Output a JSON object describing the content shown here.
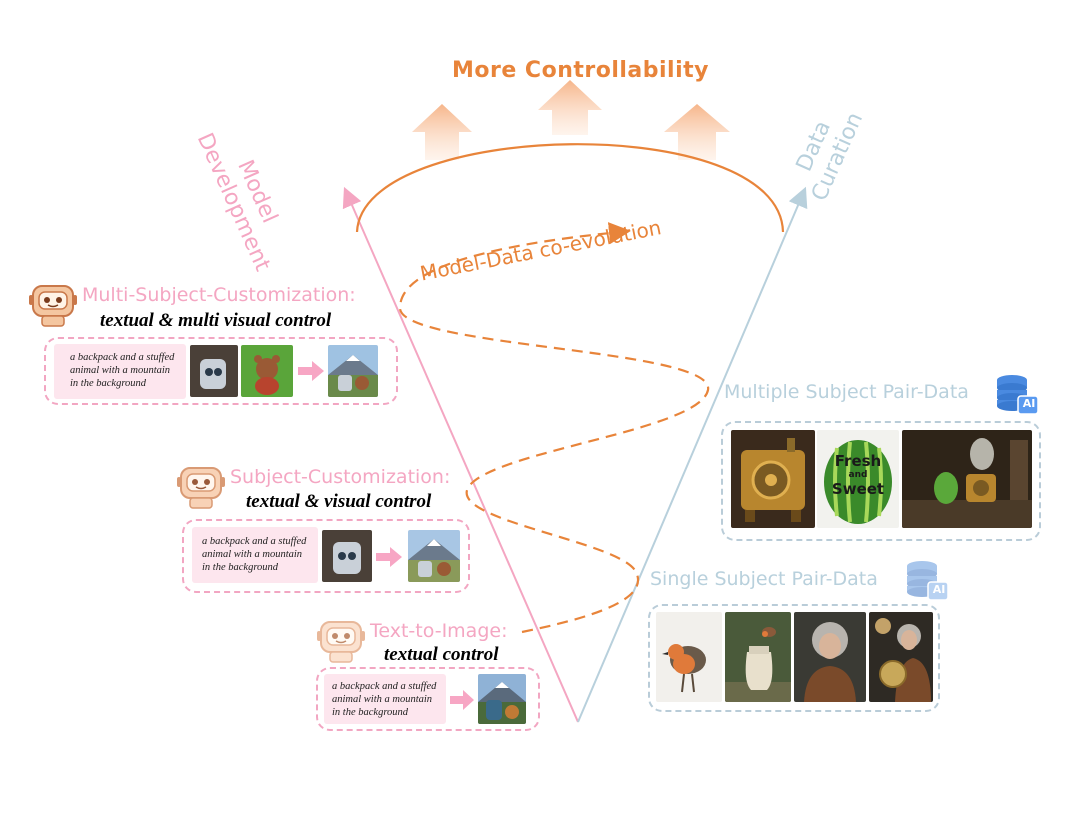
{
  "title": "More Controllability",
  "axis_left": [
    "Model",
    "Development"
  ],
  "axis_right": [
    "Data",
    "Curation"
  ],
  "coevolution_label": "Model-Data co-evolution",
  "colors": {
    "orange": "#e8843a",
    "pink": "#f4a6c2",
    "blue": "#b8d0dc",
    "arrow_fill": "#f8c9a6"
  },
  "stages": {
    "multi": {
      "title": "Multi-Subject-Customization:",
      "subtitle": "textual & multi visual control",
      "caption": [
        "a backpack and a stuffed",
        "animal with a mountain",
        "in the background"
      ]
    },
    "subject": {
      "title": "Subject-Customization:",
      "subtitle": "textual & visual control",
      "caption": [
        "a backpack and a stuffed",
        "animal with a mountain",
        "in the background"
      ]
    },
    "t2i": {
      "title": "Text-to-Image:",
      "subtitle": "textual control",
      "caption": [
        "a backpack and a stuffed",
        "animal with a mountain",
        "in the background"
      ]
    }
  },
  "data": {
    "multiple": {
      "title": "Multiple Subject Pair-Data",
      "badge": "AI",
      "watermelon_text": [
        "Fresh",
        "and",
        "Sweet"
      ]
    },
    "single": {
      "title": "Single Subject Pair-Data",
      "badge": "AI"
    }
  }
}
